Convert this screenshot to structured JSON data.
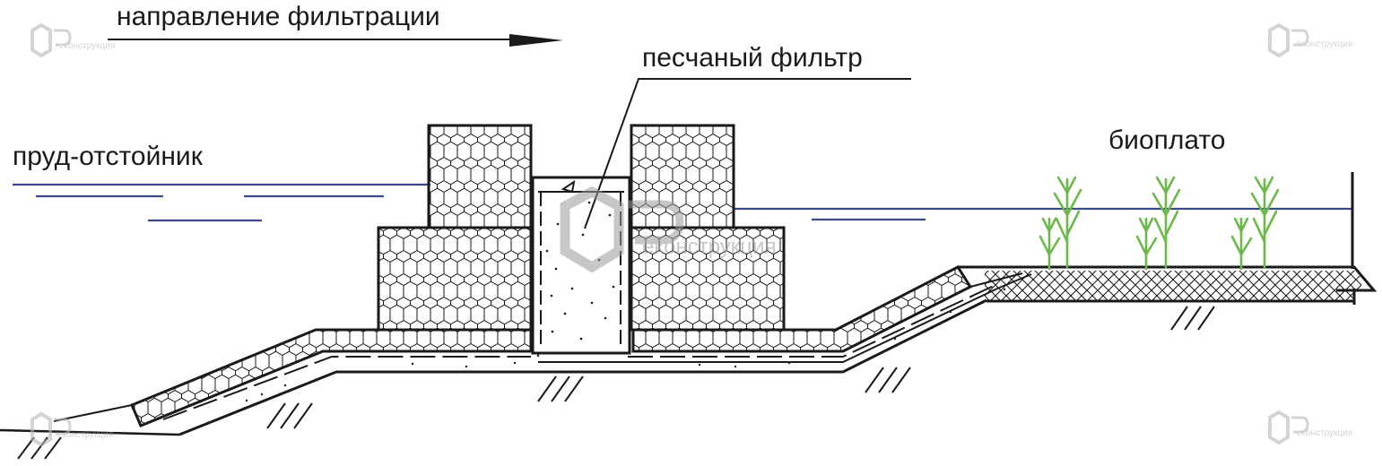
{
  "labels": {
    "direction": "направление фильтрации",
    "sand_filter": "песчаный фильтр",
    "settling_pond": "пруд-отстойник",
    "bioplato": "биоплато"
  },
  "watermark": {
    "text": "еконструкция"
  },
  "colors": {
    "line": "#1a1a1a",
    "water": "#3a4a8a",
    "plants": "#6db84b",
    "watermark": "#b8b8b8"
  }
}
